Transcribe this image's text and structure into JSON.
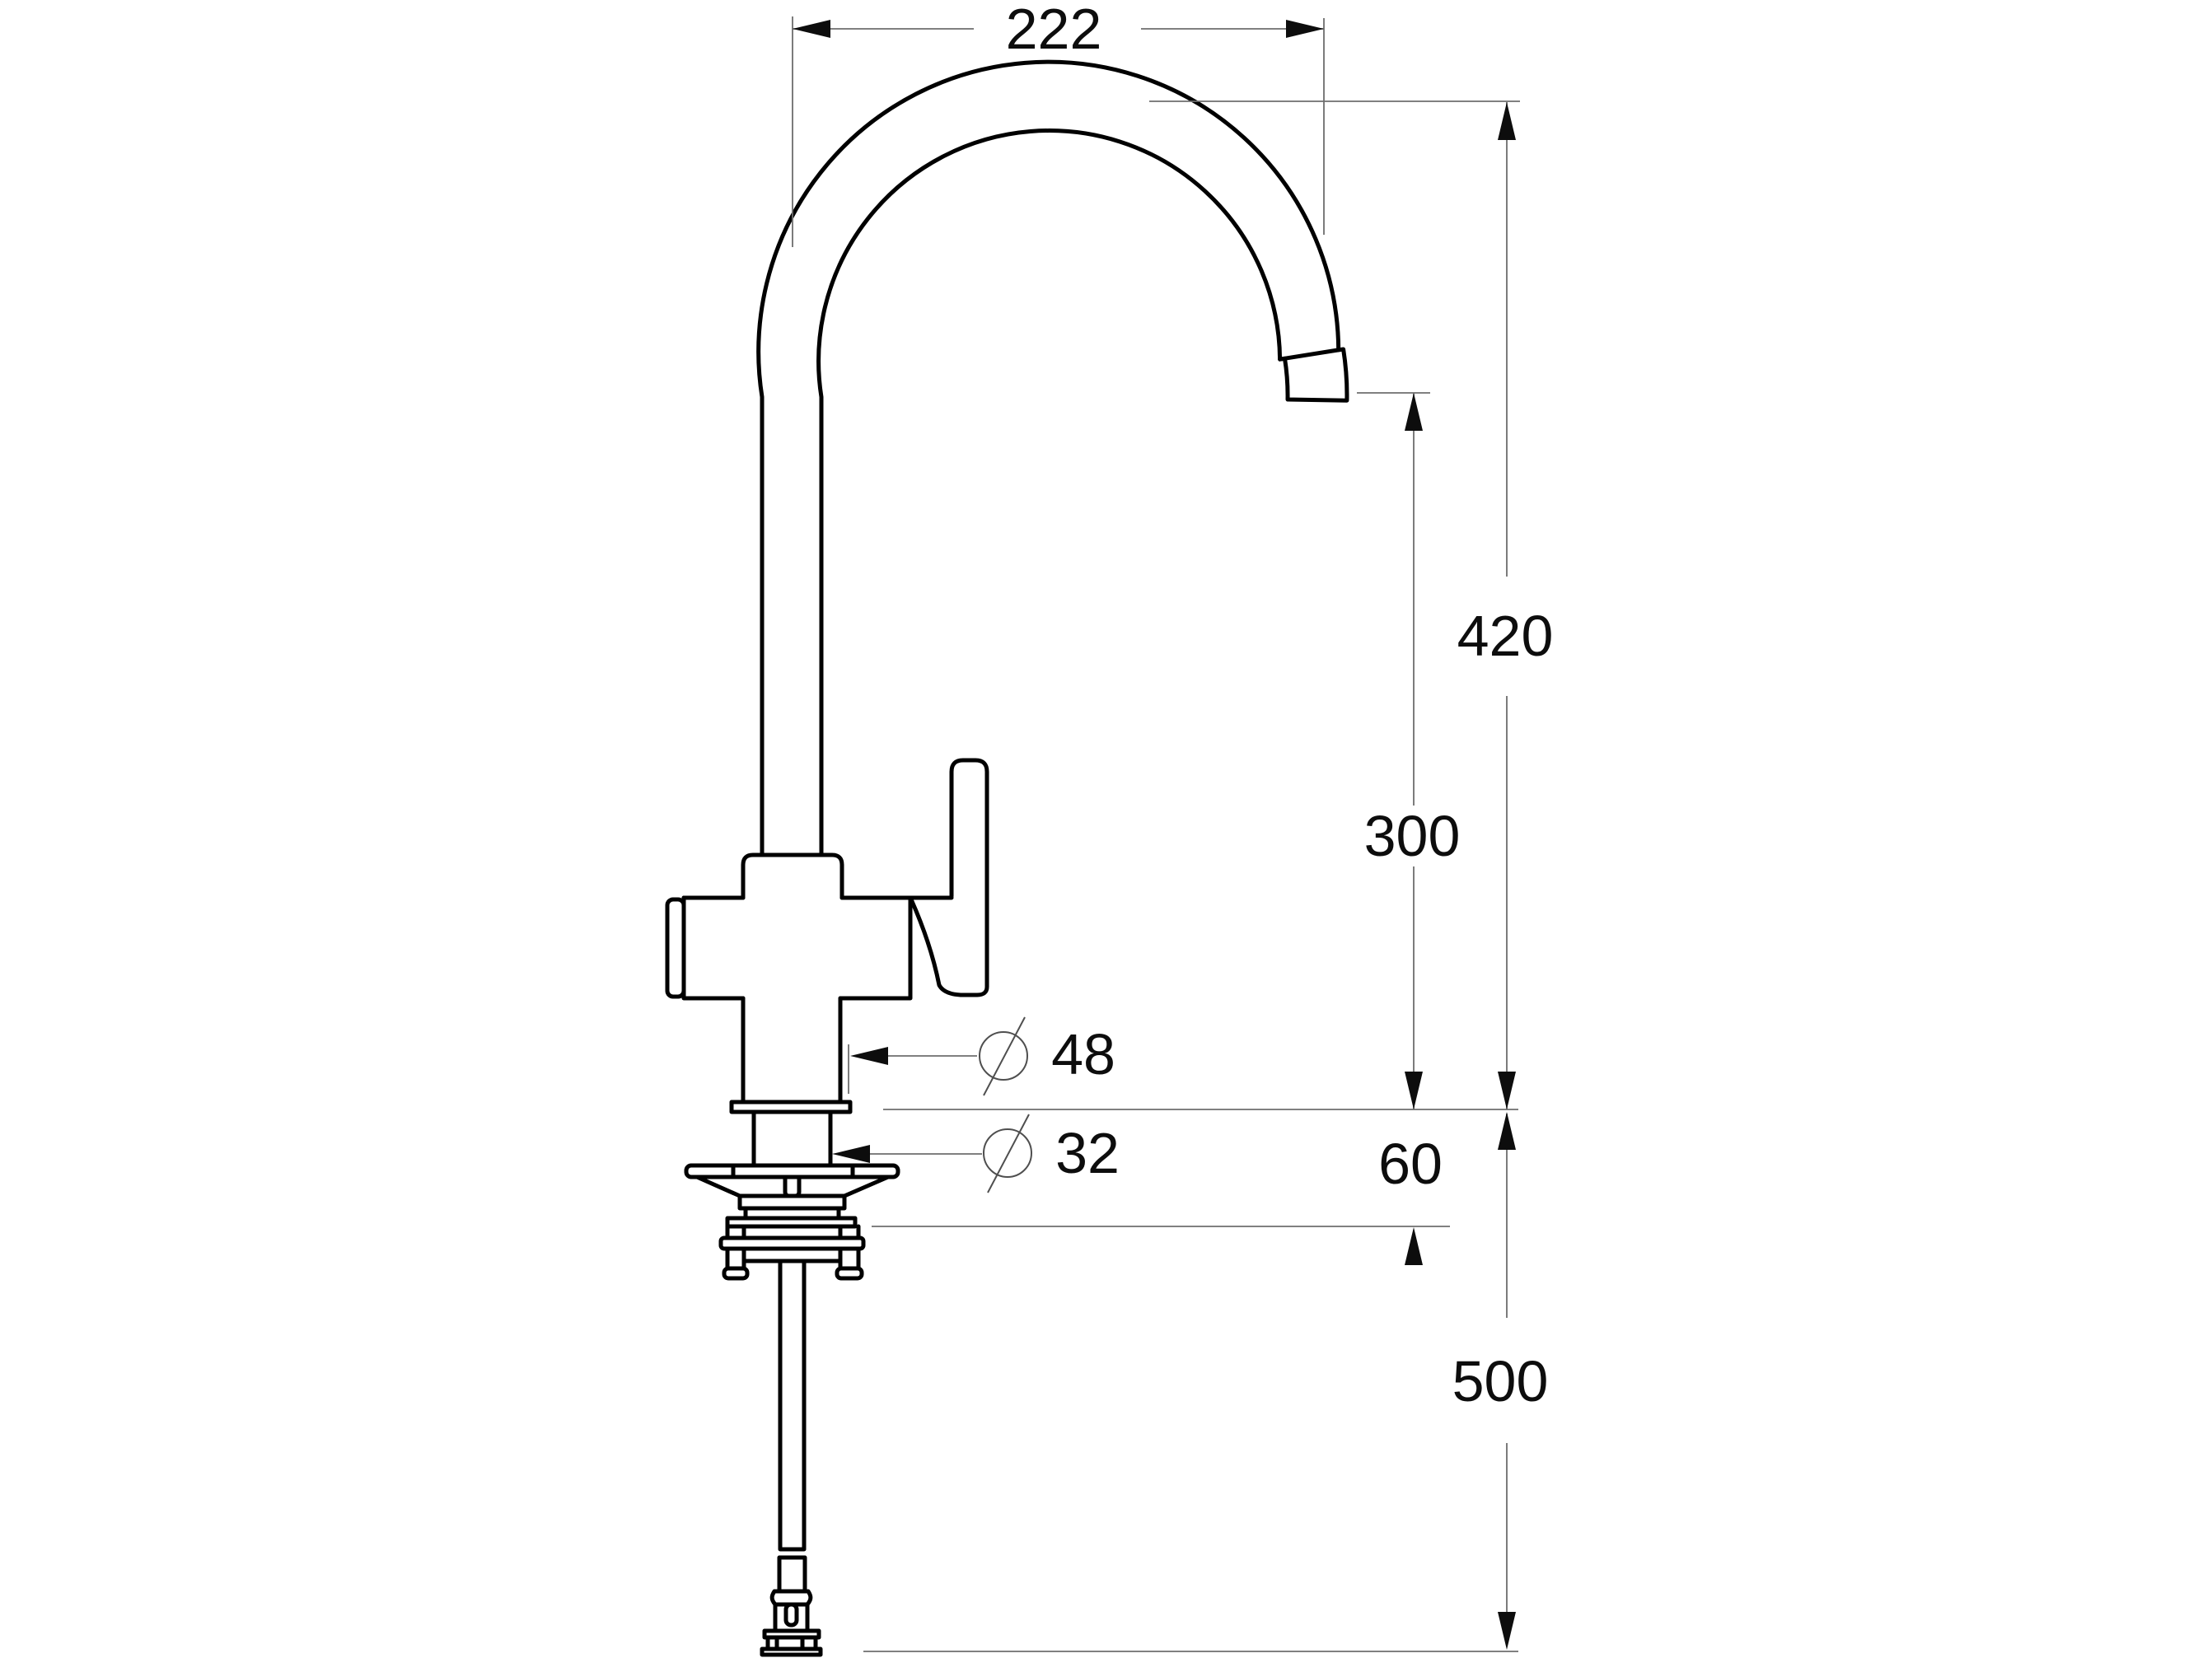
{
  "drawing": {
    "background": "#ffffff",
    "outline_color": "#000000",
    "dimension_line_color": "#6e6e6e",
    "arrow_color": "#0d0d0d",
    "text_color": "#0d0d0d"
  },
  "dimensions": {
    "spout_reach": {
      "value": "222"
    },
    "overall_height": {
      "value": "420"
    },
    "outlet_height": {
      "value": "300"
    },
    "deck_thickness": {
      "value": "60"
    },
    "hose_length": {
      "value": "500"
    },
    "base_diameter": {
      "value": "48"
    },
    "shank_diameter": {
      "value": "32"
    }
  }
}
